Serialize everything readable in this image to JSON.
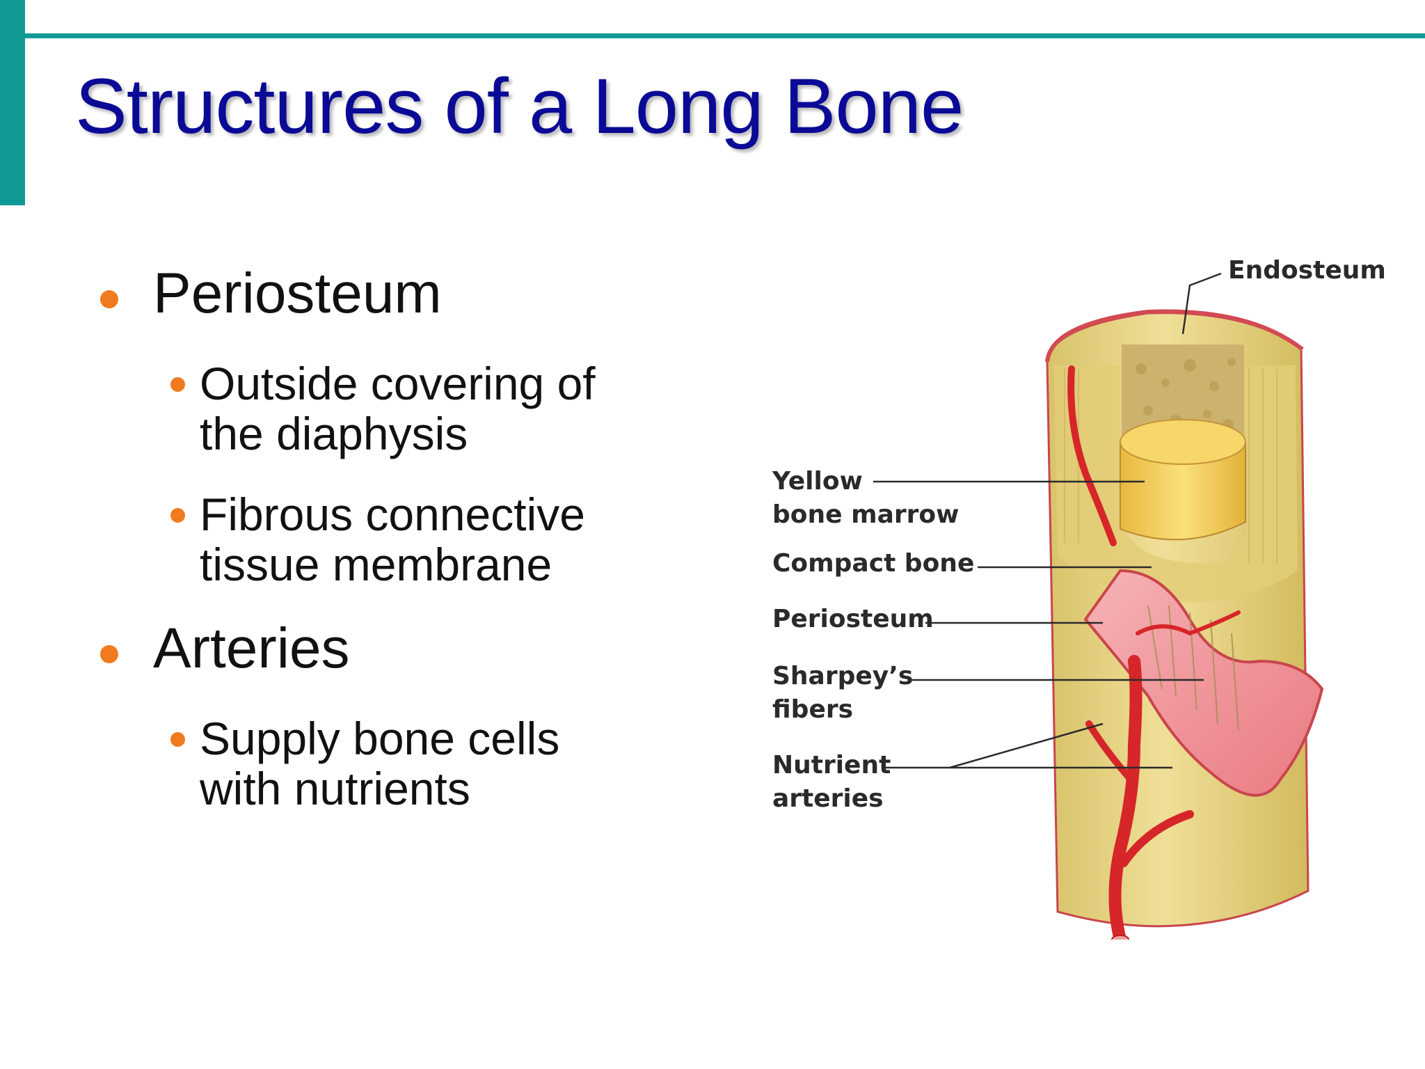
{
  "slide": {
    "title": "Structures of a Long Bone",
    "accent_color": "#0f9a96",
    "title_color": "#0a0a96",
    "bullet_color": "#f07a1e"
  },
  "bullets": [
    {
      "text": "Periosteum",
      "sub": [
        {
          "line1": "Outside covering of",
          "line2": "the diaphysis"
        },
        {
          "line1": "Fibrous connective",
          "line2": "tissue membrane"
        }
      ]
    },
    {
      "text": "Arteries",
      "sub": [
        {
          "line1": "Supply bone cells",
          "line2": "with nutrients"
        }
      ]
    }
  ],
  "figure": {
    "labels": {
      "endosteum": "Endosteum",
      "yellow_marrow_1": "Yellow",
      "yellow_marrow_2": "bone marrow",
      "compact_bone": "Compact bone",
      "periosteum": "Periosteum",
      "sharpeys_1": "Sharpey’s",
      "sharpeys_2": "fibers",
      "nutrient_1": "Nutrient",
      "nutrient_2": "arteries"
    }
  }
}
